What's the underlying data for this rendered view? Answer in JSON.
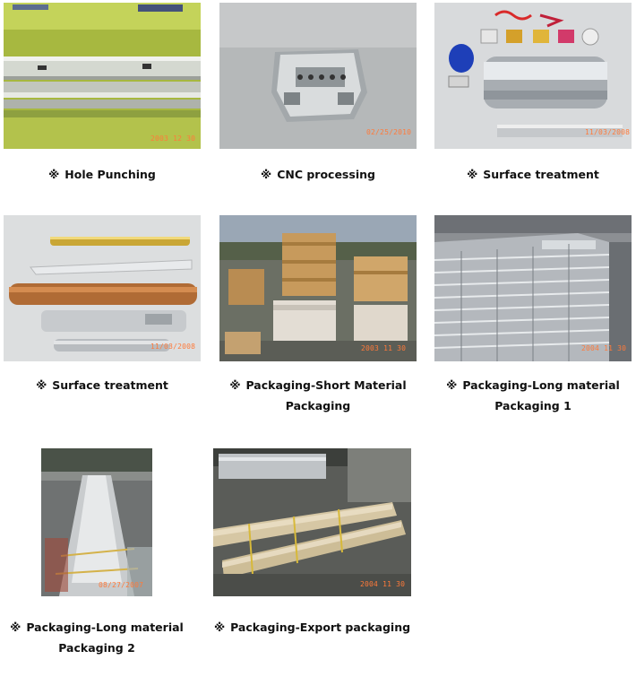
{
  "colors": {
    "caption_text": "#111111",
    "date_stamp": "#ff7a3a"
  },
  "gallery": [
    {
      "icon": "reference-mark",
      "mark": "※",
      "caption_lines": [
        "Hole Punching"
      ],
      "date_stamp": "2003 12 30"
    },
    {
      "icon": "reference-mark",
      "mark": "※",
      "caption_lines": [
        "CNC processing"
      ],
      "date_stamp": "02/25/2010"
    },
    {
      "icon": "reference-mark",
      "mark": "※",
      "caption_lines": [
        "Surface treatment"
      ],
      "date_stamp": "11/03/2008"
    },
    {
      "icon": "reference-mark",
      "mark": "※",
      "caption_lines": [
        "Surface treatment"
      ],
      "date_stamp": "11/03/2008"
    },
    {
      "icon": "reference-mark",
      "mark": "※",
      "caption_lines": [
        "Packaging-Short Material",
        "Packaging"
      ],
      "date_stamp": "2003 11 30"
    },
    {
      "icon": "reference-mark",
      "mark": "※",
      "caption_lines": [
        "Packaging-Long material",
        "Packaging 1"
      ],
      "date_stamp": "2004 11 30"
    },
    {
      "icon": "reference-mark",
      "mark": "※",
      "caption_lines": [
        "Packaging-Long material",
        "Packaging 2"
      ],
      "date_stamp": "08/27/2007"
    },
    {
      "icon": "reference-mark",
      "mark": "※",
      "caption_lines": [
        "Packaging-Export packaging"
      ],
      "date_stamp": "2004 11 30"
    }
  ]
}
